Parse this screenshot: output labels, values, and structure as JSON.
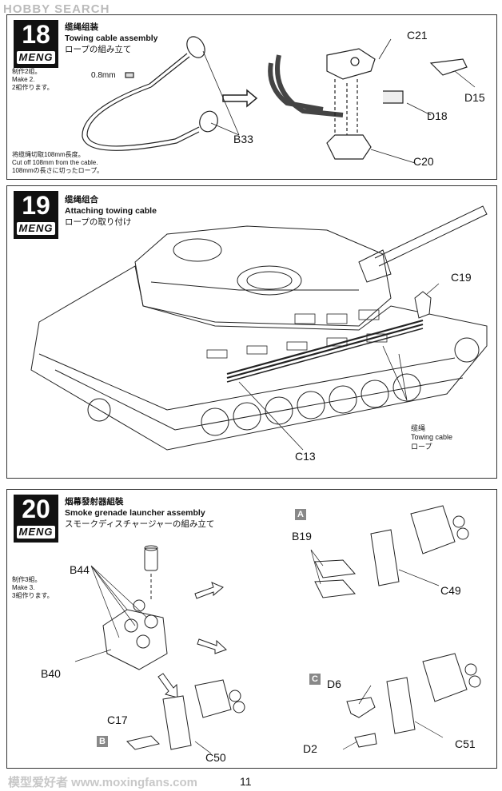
{
  "watermark_top": "HOBBY SEARCH",
  "watermark_bottom": "模型爱好者 www.moxingfans.com",
  "page_number": "11",
  "brand": "MENG",
  "steps": [
    {
      "number": "18",
      "title_cn": "缆绳组装",
      "title_en": "Towing cable assembly",
      "title_jp": "ロープの組み立て",
      "note1_cn": "制作2组。",
      "note1_en": "Make 2.",
      "note1_jp": "2組作ります。",
      "note2_cn": "将缆绳切取108mm長度。",
      "note2_en": "Cut off 108mm from the cable.",
      "note2_jp": "108mmの長さに切ったロープ。",
      "dim": "0.8mm",
      "labels": [
        "C21",
        "D15",
        "D18",
        "C20",
        "B33"
      ]
    },
    {
      "number": "19",
      "title_cn": "缆绳组合",
      "title_en": "Attaching towing cable",
      "title_jp": "ロープの取り付け",
      "labels": [
        "C19",
        "C13"
      ],
      "cable_cn": "缆绳",
      "cable_en": "Towing cable",
      "cable_jp": "ロープ"
    },
    {
      "number": "20",
      "title_cn": "烟幕發射器組裝",
      "title_en": "Smoke grenade launcher assembly",
      "title_jp": "スモークディスチャージャーの組み立て",
      "note1_cn": "制作3組。",
      "note1_en": "Make 3.",
      "note1_jp": "3組作ります。",
      "labels": [
        "B44",
        "B40",
        "C17",
        "C50",
        "B19",
        "C49",
        "D6",
        "D2",
        "C51"
      ],
      "boxes": [
        "A",
        "B",
        "C"
      ]
    }
  ]
}
